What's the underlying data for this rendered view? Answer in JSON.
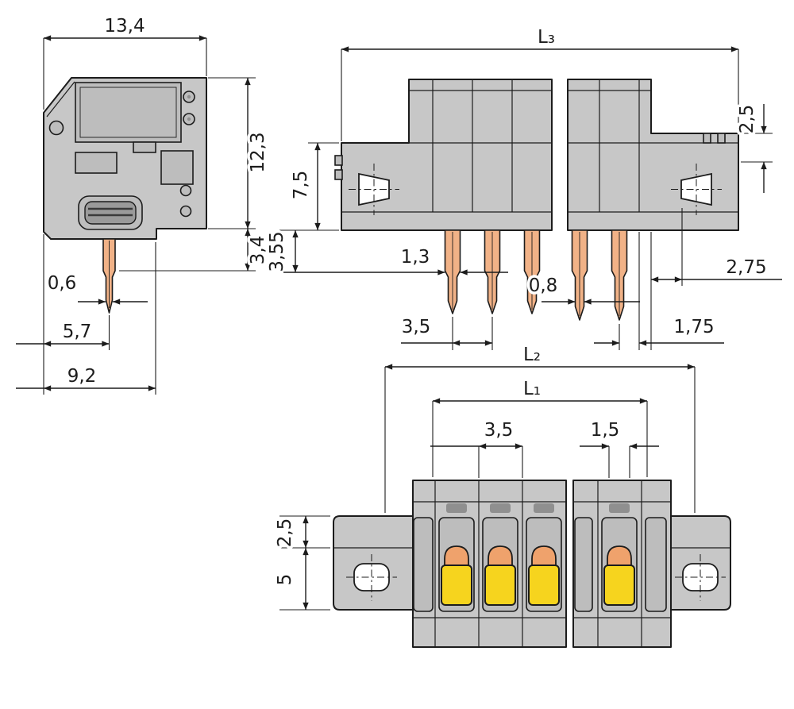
{
  "side_view": {
    "width": "13,4",
    "height": "12,3",
    "pin_exit": "3,4",
    "pin_width": "0,6",
    "pin_to_front": "5,7",
    "depth": "9,2"
  },
  "front_view": {
    "total_length": "L₃",
    "step_height": "2,5",
    "body_height": "7,5",
    "pin_shoulder_length": "3,55",
    "pin_shoulder_width": "1,3",
    "pin_tip_width": "0,8",
    "pin_pitch": "3,5",
    "pin_end_offset": "1,75",
    "end_clearance": "2,75"
  },
  "bottom_view": {
    "outer_span": "L₂",
    "pole_span": "L₁",
    "pole_pitch": "3,5",
    "slot_width": "1,5",
    "flange_step": "2,5",
    "flange_depth": "5"
  },
  "colors": {
    "body_gray": "#c7c7c7",
    "panel_gray": "#bdbdbd",
    "dark_gray": "#8f8f8f",
    "pin_orange": "#f1b287",
    "lever_orange": "#efa26c",
    "button_yellow": "#f6d41e",
    "line_black": "#1c1c1c",
    "background": "#ffffff"
  }
}
